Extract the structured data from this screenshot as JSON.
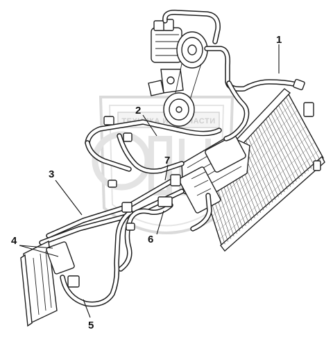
{
  "watermark": {
    "text": "ТЕХНИКА И ЗАПЧАСТИ"
  },
  "callouts": [
    {
      "id": "1",
      "text": "1"
    },
    {
      "id": "2",
      "text": "2"
    },
    {
      "id": "3",
      "text": "3"
    },
    {
      "id": "4",
      "text": "4"
    },
    {
      "id": "5",
      "text": "5"
    },
    {
      "id": "6",
      "text": "6"
    },
    {
      "id": "7",
      "text": "7"
    }
  ],
  "colors": {
    "line": "#1e1e1e",
    "watermark": "#c9c9c9",
    "background": "#ffffff"
  }
}
